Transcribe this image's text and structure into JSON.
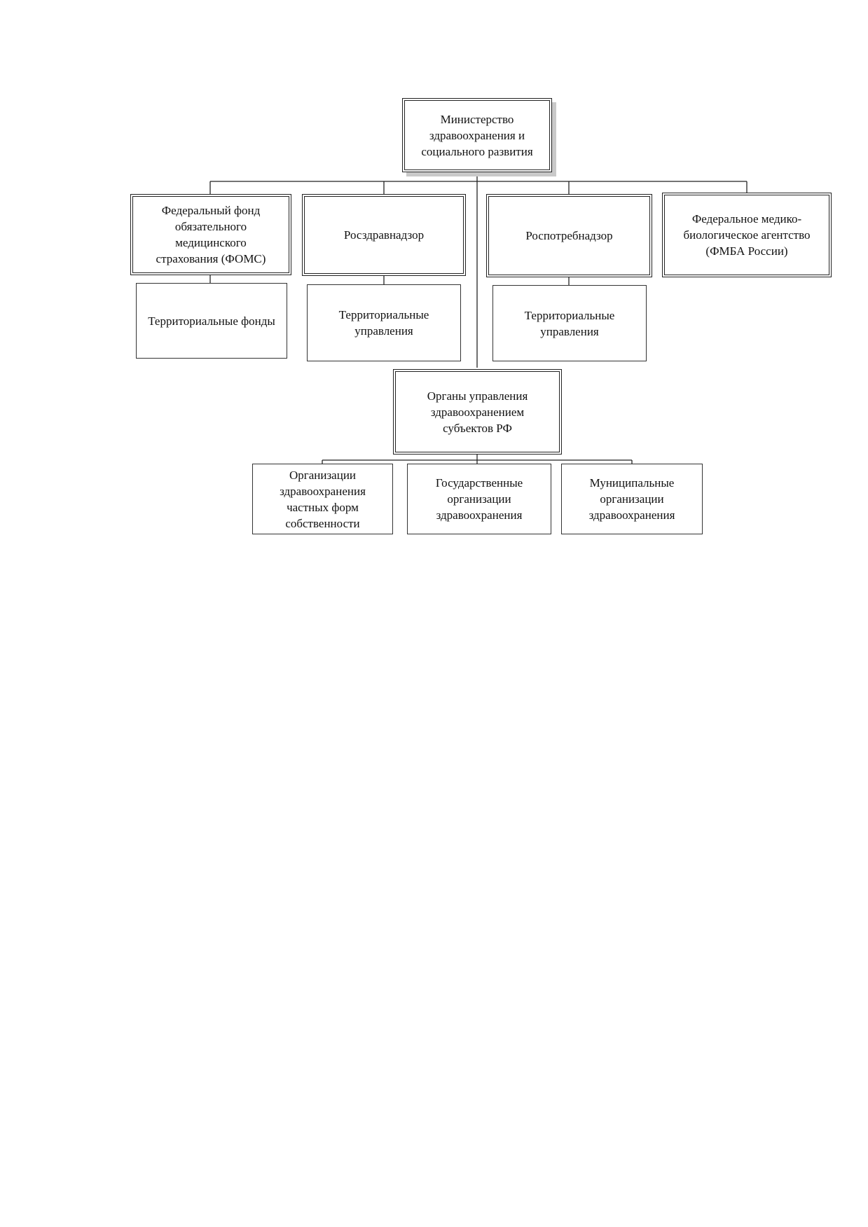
{
  "diagram": {
    "ministry": "Министерство\nздравоохранения и\nсоциального развития",
    "foms": "Федеральный фонд\nобязательного\nмедицинского\nстрахования (ФОМС)",
    "roszdrav": "Росздравнадзор",
    "rospotreb": "Роспотребнадзор",
    "fmba": "Федеральное медико-\nбиологическое агентство\n(ФМБА России)",
    "terr_funds": "Территориальные фонды",
    "terr_admin_1": "Территориальные\nуправления",
    "terr_admin_2": "Территориальные\nуправления",
    "regional": "Органы управления\nздравоохранением\nсубъектов РФ",
    "private_orgs": "Организации\nздравоохранения\nчастных форм\nсобственности",
    "state_orgs": "Государственные\nорганизации\nздравоохранения",
    "municipal_orgs": "Муниципальные\nорганизации\nздравоохранения"
  }
}
